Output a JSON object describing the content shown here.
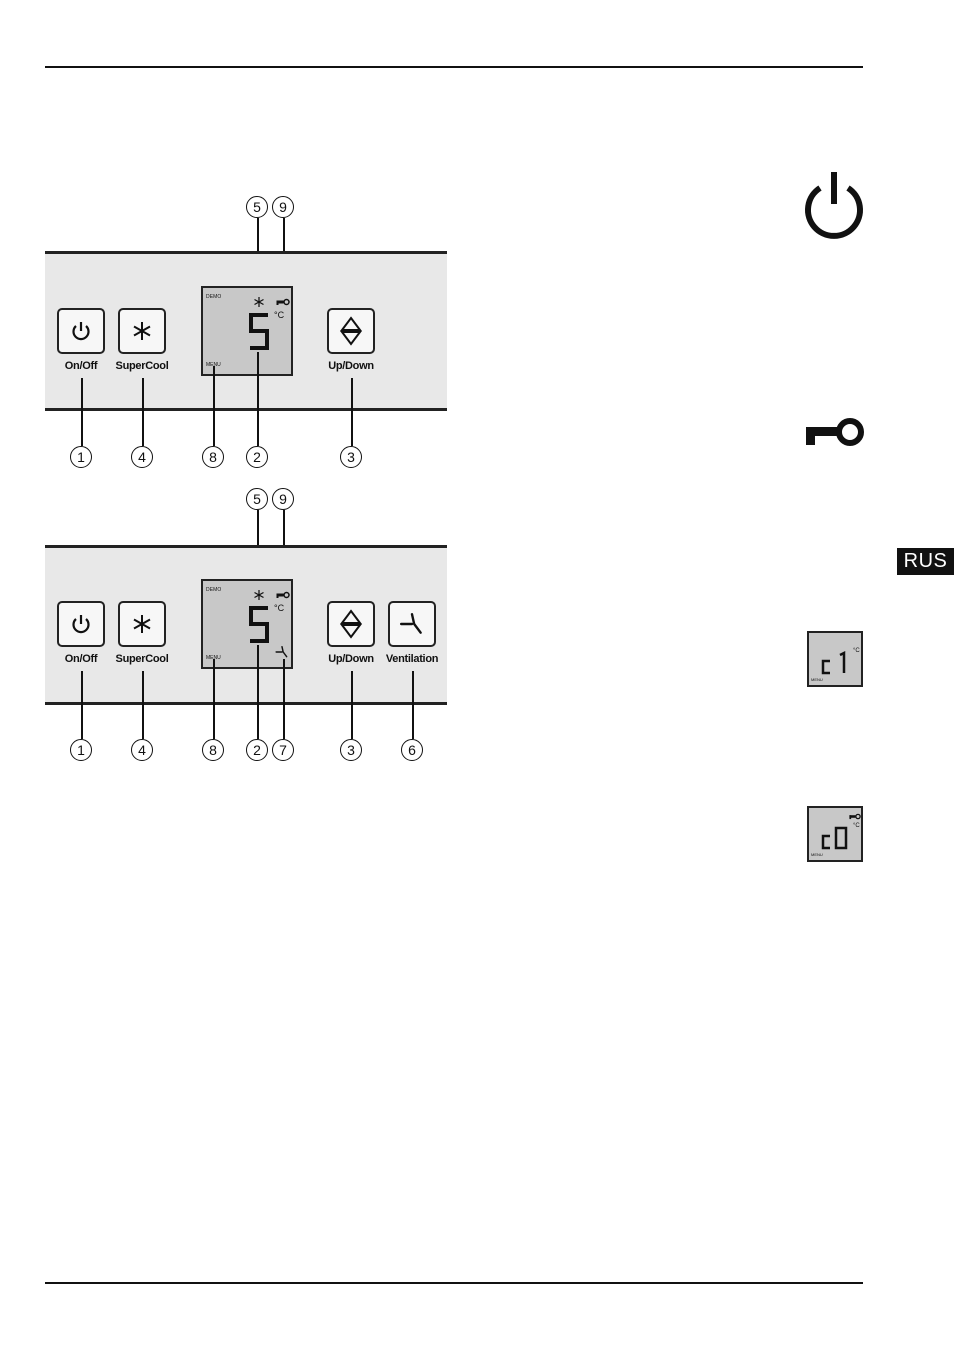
{
  "panel_top": {
    "buttons": {
      "on_off": "On/Off",
      "supercool": "SuperCool",
      "up_down": "Up/Down"
    },
    "display": {
      "demo": "DEMO",
      "menu": "MENU",
      "temp_digit": "5",
      "unit": "°C"
    },
    "callouts": [
      "5",
      "9",
      "1",
      "4",
      "8",
      "2",
      "3"
    ]
  },
  "panel_bottom": {
    "buttons": {
      "on_off": "On/Off",
      "supercool": "SuperCool",
      "up_down": "Up/Down",
      "ventilation": "Ventilation"
    },
    "display": {
      "demo": "DEMO",
      "menu": "MENU",
      "temp_digit": "5",
      "unit": "°C"
    },
    "callouts": [
      "5",
      "9",
      "1",
      "4",
      "8",
      "2",
      "7",
      "3",
      "6"
    ]
  },
  "side_icons": {
    "power": "power-icon",
    "key": "key-lock-icon",
    "mini_display_1": {
      "text": "c 1",
      "unit": "°C",
      "menu": "MENU"
    },
    "mini_display_2": {
      "text": "c0",
      "unit": "°C",
      "menu": "MENU"
    }
  },
  "language_tab": "RUS",
  "colors": {
    "panel": "#e8e8e8",
    "display": "#c8c8c8",
    "ink": "#111111"
  }
}
